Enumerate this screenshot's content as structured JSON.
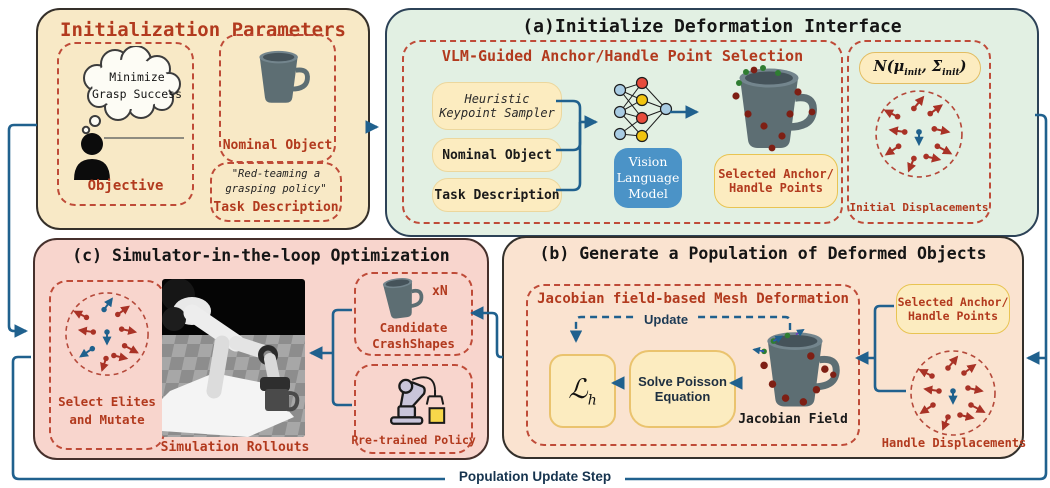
{
  "colors": {
    "accent_red": "#b23a1e",
    "arrow_blue": "#20618e",
    "panel_init_bg": "#f8e9c6",
    "panel_a_bg": "#e2f0e3",
    "panel_b_bg": "#fae3d0",
    "panel_c_bg": "#f8d5cd",
    "pill_yellow": "#fcecc0",
    "vlm_blue": "#4b93c7",
    "mug_gray": "#5d6e73",
    "displacement_red": "#a93226",
    "displacement_blue": "#1f618d"
  },
  "icons": {
    "person": "person-icon",
    "thought_bubble": "thought-bubble-icon",
    "mug": "mug-icon",
    "neural_network": "neural-network-icon",
    "displacement_scatter": "displacement-scatter-icon",
    "robot_sim": "robot-simulation-image",
    "robot_arm": "robot-arm-icon"
  },
  "panel_init": {
    "title": "Initialization Parameters",
    "objective": {
      "thought_line1": "Minimize",
      "thought_line2": "Grasp Success",
      "label": "Objective"
    },
    "nominal": {
      "label": "Nominal Object"
    },
    "task": {
      "quote_line1": "\"Red-teaming a",
      "quote_line2": "grasping policy\"",
      "label": "Task Description"
    }
  },
  "panel_a": {
    "title": "(a)Initialize Deformation Interface",
    "vlm_selection": {
      "title": "VLM-Guided Anchor/Handle Point Selection",
      "input1_line1": "Heuristic",
      "input1_line2": "Keypoint Sampler",
      "input2": "Nominal Object",
      "input3": "Task Description",
      "model_line1": "Vision",
      "model_line2": "Language",
      "model_line3": "Model",
      "output_line1": "Selected Anchor/",
      "output_line2": "Handle Points"
    },
    "init_displacements": {
      "formula_n": "N",
      "formula_open": "(",
      "formula_mu": "μ",
      "formula_sub1": "init",
      "formula_comma": ", ",
      "formula_sigma": "Σ",
      "formula_sub2": "init",
      "formula_close": ")",
      "label": "Initial Displacements"
    }
  },
  "panel_b": {
    "title": "(b) Generate a Population of Deformed Objects",
    "jacobian": {
      "title": "Jacobian field-based Mesh Deformation",
      "update_label": "Update",
      "loss_main": "ℒ",
      "loss_sub": "h",
      "solve_line1": "Solve Poisson",
      "solve_line2": "Equation",
      "field_label": "Jacobian Field"
    },
    "anchor_pill_line1": "Selected Anchor/",
    "anchor_pill_line2": "Handle Points",
    "handle_disp_label": "Handle Displacements"
  },
  "panel_c": {
    "title": "(c) Simulator-in-the-loop Optimization",
    "elites_line1": "Select Elites",
    "elites_line2": "and Mutate",
    "sim_label": "Simulation Rollouts",
    "candidates_count": "xN",
    "candidates_line1": "Candidate",
    "candidates_line2": "CrashShapes",
    "policy_label": "Pre-trained Policy"
  },
  "footer": {
    "label": "Population Update Step"
  }
}
